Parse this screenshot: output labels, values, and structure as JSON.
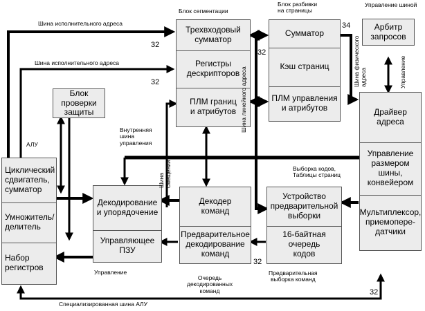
{
  "blocks": {
    "alu": {
      "label": "АЛУ",
      "shifter": "Циклический\nсдвигатель,\nсумматор",
      "multiplier": "Умножитель/\nделитель",
      "registers": "Набор\nрегистров"
    },
    "protection": "Блок проверки\nзащиты",
    "decode_control": {
      "decode": "Декодирование\nи упорядочение",
      "rom": "Управляющее\nПЗУ"
    },
    "segmentation": {
      "label": "Блок сегментации",
      "adder": "Трехвходовый\nсумматор",
      "descriptors": "Регистры\nдескрипторов",
      "plm": "ПЛМ границ\nи атрибутов"
    },
    "paging": {
      "label": "Блок разбивки\nна страницы",
      "adder": "Сумматор",
      "cache": "Кэш страниц",
      "plm": "ПЛМ управления\nи атрибутов"
    },
    "instruction_decoder": {
      "decoder": "Декодер\nкоманд",
      "predecode": "Предварительное\nдекодирование\nкоманд"
    },
    "prefetch": {
      "unit": "Устройство\nпредварительной\nвыборки",
      "queue": "16-байтная\nочередь\nкодов"
    },
    "arbiter": {
      "label": "Управление шиной",
      "box": "Арбитр\nзапросов"
    },
    "bus_control": {
      "driver": "Драйвер\nадреса",
      "size": "Управление\nразмером\nшины,\nконвейером",
      "mux": "Мультиплексор,\nприемопере-\nдатчики"
    }
  },
  "labels": {
    "exec_bus_1": "Шина исполнительного адреса",
    "exec_bus_2": "Шина исполнительного адреса",
    "internal_bus": "Внутренняя\nшина\nуправления",
    "code_fetch": "Выборка кодов,\nТаблицы страниц",
    "control": "Управление",
    "decoded_queue": "Очередь\nдекодированных\nкоманд",
    "prefetch_cmd": "Предварительная\nвыборка команд",
    "alu_bus": "Специализированная шина АЛУ",
    "offset_bus": "Шина\nсмещений",
    "linear_bus": "Шина линейного адреса",
    "physical_bus": "Шина физического\nадреса",
    "bus_control_v": "Управление"
  },
  "widths": {
    "w32_a": "32",
    "w32_b": "32",
    "w32_c": "32",
    "w34": "34",
    "w32_d": "32",
    "w32_e": "32"
  }
}
